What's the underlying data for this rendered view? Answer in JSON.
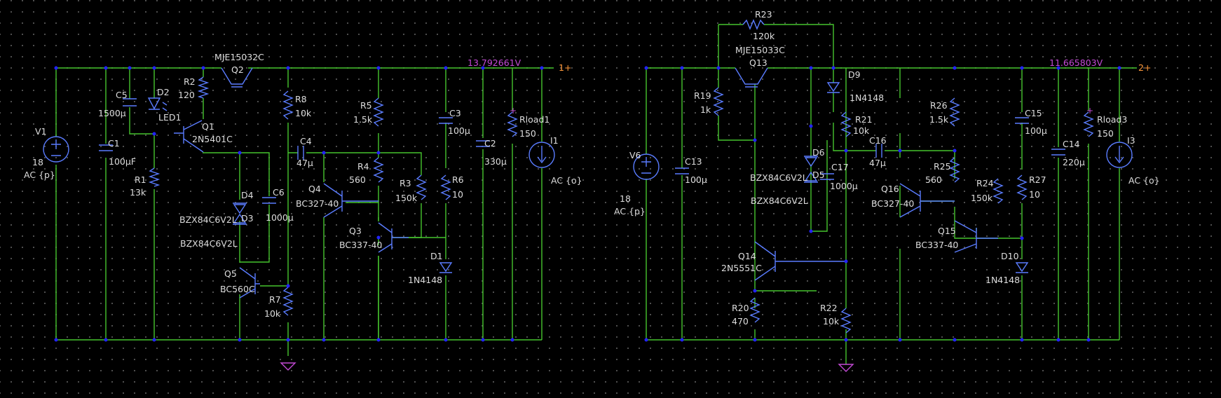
{
  "left": {
    "V1": {
      "name": "V1",
      "value": "18",
      "extra": "AC {p}"
    },
    "C5": {
      "name": "C5",
      "value": "1500µ"
    },
    "D2": {
      "name": "D2",
      "value": "LED1"
    },
    "R2": {
      "name": "R2",
      "value": "120"
    },
    "Q2": {
      "name": "Q2",
      "value": "MJE15032C"
    },
    "C1": {
      "name": "C1",
      "value": "100µF"
    },
    "Q1": {
      "name": "Q1",
      "value": "2N5401C"
    },
    "R1": {
      "name": "R1",
      "value": "13k"
    },
    "D4": {
      "name": "D4",
      "value": "BZX84C6V2L"
    },
    "D3": {
      "name": "D3",
      "value": "BZX84C6V2L"
    },
    "C6": {
      "name": "C6",
      "value": "1000µ"
    },
    "Q5": {
      "name": "Q5",
      "value": "BC560C"
    },
    "R7": {
      "name": "R7",
      "value": "10k"
    },
    "R8": {
      "name": "R8",
      "value": "10k"
    },
    "C4": {
      "name": "C4",
      "value": "47µ"
    },
    "Q4": {
      "name": "Q4",
      "value": "BC327-40"
    },
    "R5": {
      "name": "R5",
      "value": "1.5k"
    },
    "R4": {
      "name": "R4",
      "value": "560"
    },
    "R3": {
      "name": "R3",
      "value": "150k"
    },
    "Q3": {
      "name": "Q3",
      "value": "BC337-40"
    },
    "C3": {
      "name": "C3",
      "value": "100µ"
    },
    "R6": {
      "name": "R6",
      "value": "10"
    },
    "D1": {
      "name": "D1",
      "value": "1N4148"
    },
    "C2": {
      "name": "C2",
      "value": "330µ"
    },
    "Rload1": {
      "name": "Rload1",
      "value": "150"
    },
    "I1": {
      "name": "I1",
      "value": "AC {o}"
    },
    "voltage": "13.792661V",
    "net": "1+"
  },
  "right": {
    "R23": {
      "name": "R23",
      "value": "120k"
    },
    "Q13": {
      "name": "Q13",
      "value": "MJE15033C"
    },
    "D9": {
      "name": "D9",
      "value": "1N4148"
    },
    "R19": {
      "name": "R19",
      "value": "1k"
    },
    "V6": {
      "name": "V6",
      "value": "18",
      "extra": "AC {p}"
    },
    "C13": {
      "name": "C13",
      "value": "100µ"
    },
    "R21": {
      "name": "R21",
      "value": "10k"
    },
    "D6": {
      "name": "D6",
      "value": "BZX84C6V2L"
    },
    "D5": {
      "name": "D5",
      "value": "BZX84C6V2L"
    },
    "C17": {
      "name": "C17",
      "value": "1000µ"
    },
    "Q14": {
      "name": "Q14",
      "value": "2N5551C"
    },
    "R20": {
      "name": "R20",
      "value": "470"
    },
    "R22": {
      "name": "R22",
      "value": "10k"
    },
    "C16": {
      "name": "C16",
      "value": "47µ"
    },
    "Q16": {
      "name": "Q16",
      "value": "BC327-40"
    },
    "R26": {
      "name": "R26",
      "value": "1.5k"
    },
    "R25": {
      "name": "R25",
      "value": "560"
    },
    "R24": {
      "name": "R24",
      "value": "150k"
    },
    "Q15": {
      "name": "Q15",
      "value": "BC337-40"
    },
    "C15": {
      "name": "C15",
      "value": "100µ"
    },
    "R27": {
      "name": "R27",
      "value": "10"
    },
    "D10": {
      "name": "D10",
      "value": "1N4148"
    },
    "C14": {
      "name": "C14",
      "value": "220µ"
    },
    "Rload3": {
      "name": "Rload3",
      "value": "150"
    },
    "I3": {
      "name": "I3",
      "value": "AC {o}"
    },
    "voltage": "11.665803V",
    "net": "2+"
  },
  "pin_mark": "+",
  "colors": {
    "background": "#000000",
    "wire": "#46c42e",
    "component": "#5a7cff",
    "junction": "#2323ff",
    "label": "#dddddd",
    "voltage": "#c44ad6",
    "net": "#ff9a3c",
    "ground": "#c44ad6"
  }
}
